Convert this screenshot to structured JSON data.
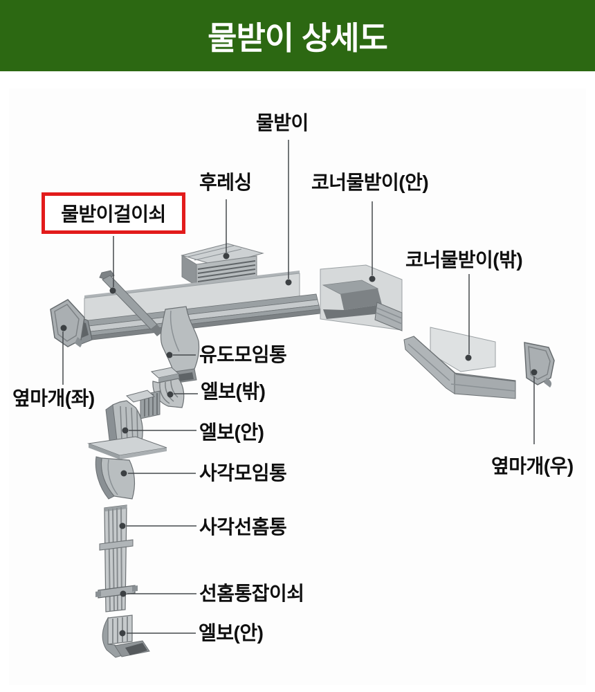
{
  "header": {
    "title": "물받이 상세도",
    "background_color": "#2c6812",
    "text_color": "#ffffff"
  },
  "diagram": {
    "highlight_box_color": "#e21b1b",
    "label_text_color": "#0f0f0f",
    "artwork_gray": "#b9bec0",
    "leader_line_color": "#45494c",
    "labels": [
      {
        "id": "gutter",
        "text": "물받이",
        "highlighted": false
      },
      {
        "id": "flashing",
        "text": "후레싱",
        "highlighted": false
      },
      {
        "id": "corner-gutter-inner",
        "text": "코너물받이(안)",
        "highlighted": false
      },
      {
        "id": "gutter-hanger",
        "text": "물받이걸이쇠",
        "highlighted": true
      },
      {
        "id": "corner-gutter-outer",
        "text": "코너물받이(밖)",
        "highlighted": false
      },
      {
        "id": "funnel-outlet",
        "text": "유도모임통",
        "highlighted": false
      },
      {
        "id": "end-cap-left",
        "text": "옆마개(좌)",
        "highlighted": false
      },
      {
        "id": "elbow-outer",
        "text": "엘보(밖)",
        "highlighted": false
      },
      {
        "id": "elbow-inner",
        "text": "엘보(안)",
        "highlighted": false
      },
      {
        "id": "square-hopper",
        "text": "사각모임통",
        "highlighted": false
      },
      {
        "id": "square-downpipe",
        "text": "사각선홈통",
        "highlighted": false
      },
      {
        "id": "downpipe-bracket",
        "text": "선홈통잡이쇠",
        "highlighted": false
      },
      {
        "id": "elbow-inner-bottom",
        "text": "엘보(안)",
        "highlighted": false
      },
      {
        "id": "end-cap-right",
        "text": "옆마개(우)",
        "highlighted": false
      }
    ]
  }
}
